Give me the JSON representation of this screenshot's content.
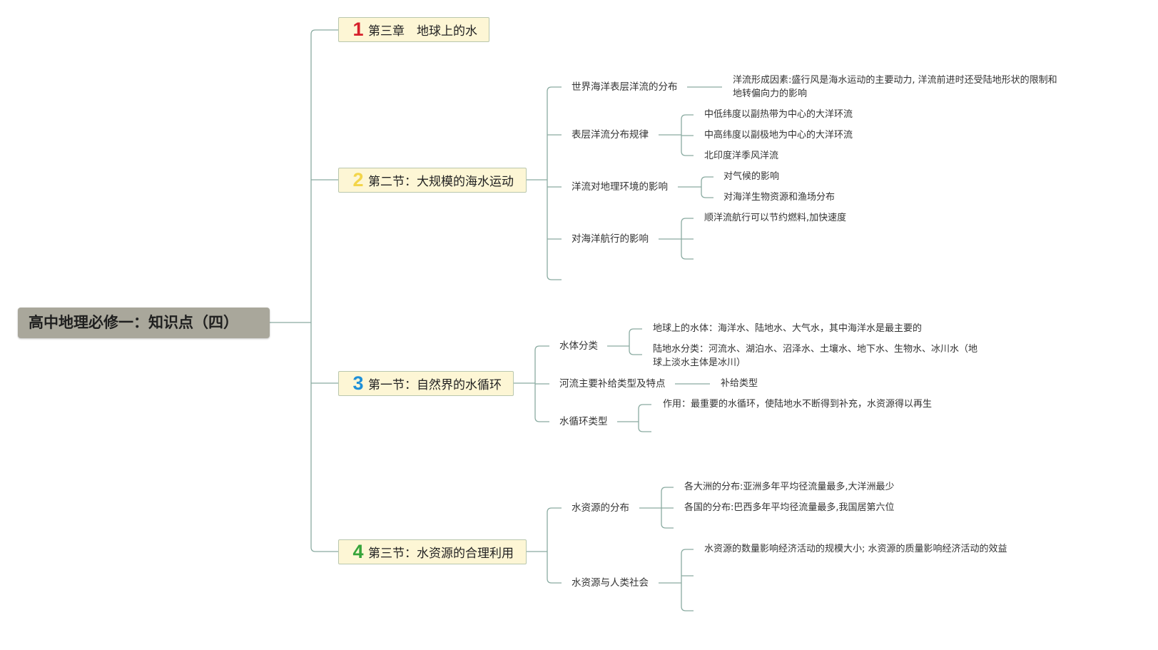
{
  "colors": {
    "root_bg": "#a9a79b",
    "topic_bg": "#fdf6d5",
    "line": "#8aaba1",
    "num1": "#d6202b",
    "num2": "#f3d54a",
    "num3": "#1e8fd8",
    "num4": "#36a43a"
  },
  "root": {
    "title": "高中地理必修一：知识点（四）"
  },
  "branches": [
    {
      "number": "1",
      "title": "第三章　地球上的水"
    },
    {
      "number": "2",
      "title": "第二节：大规模的海水运动",
      "topics": [
        {
          "label": "世界海洋表层洋流的分布",
          "children": [
            {
              "lines": [
                "洋流形成因素:盛行风是海水运动的主要动力, 洋流前进时还受陆地形状的限制和",
                "地转偏向力的影响"
              ]
            }
          ]
        },
        {
          "label": "表层洋流分布规律",
          "children": [
            {
              "label": "中低纬度以副热带为中心的大洋环流"
            },
            {
              "label": "中高纬度以副极地为中心的大洋环流"
            },
            {
              "label": "北印度洋季风洋流"
            }
          ]
        },
        {
          "label": "洋流对地理环境的影响",
          "children": [
            {
              "label": "对气候的影响"
            },
            {
              "label": "对海洋生物资源和渔场分布"
            }
          ]
        },
        {
          "label": "对海洋航行的影响",
          "children": [
            {
              "label": "顺洋流航行可以节约燃料,加快速度"
            }
          ]
        }
      ]
    },
    {
      "number": "3",
      "title": "第一节：自然界的水循环",
      "topics": [
        {
          "label": "水体分类",
          "children": [
            {
              "label": "地球上的水体：海洋水、陆地水、大气水，其中海洋水是最主要的"
            },
            {
              "lines": [
                "陆地水分类：河流水、湖泊水、沼泽水、土壤水、地下水、生物水、冰川水（地",
                "球上淡水主体是冰川）"
              ]
            }
          ]
        },
        {
          "label": "河流主要补给类型及特点",
          "children": [
            {
              "label": "补给类型"
            }
          ]
        },
        {
          "label": "水循环类型",
          "children": [
            {
              "label": "作用：最重要的水循环，使陆地水不断得到补充，水资源得以再生"
            }
          ]
        }
      ]
    },
    {
      "number": "4",
      "title": "第三节：水资源的合理利用",
      "topics": [
        {
          "label": "水资源的分布",
          "children": [
            {
              "label": "各大洲的分布:亚洲多年平均径流量最多,大洋洲最少"
            },
            {
              "label": "各国的分布:巴西多年平均径流量最多,我国居第六位"
            }
          ]
        },
        {
          "label": "水资源与人类社会",
          "children": [
            {
              "label": "水资源的数量影响经济活动的规模大小; 水资源的质量影响经济活动的效益"
            }
          ]
        }
      ]
    }
  ]
}
